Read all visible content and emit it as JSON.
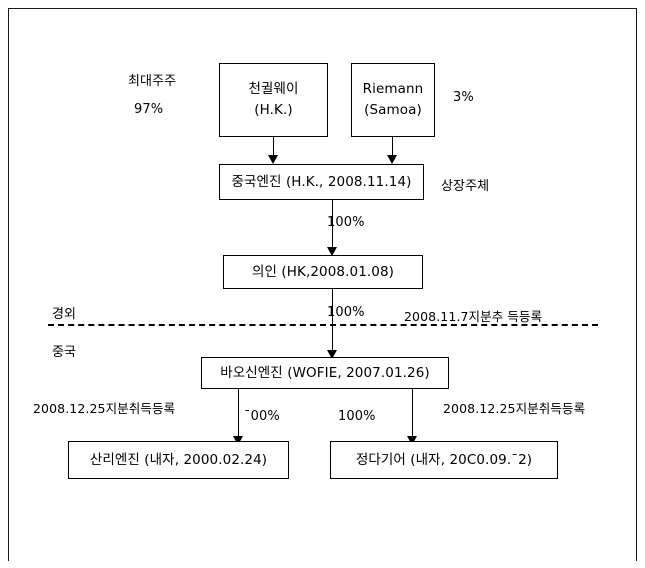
{
  "diagram": {
    "title": "Corporate ownership structure chart",
    "nodes": {
      "chenguowei": {
        "line1": "천귈웨이",
        "line2": "(H.K.)"
      },
      "riemann": {
        "line1": "Riemann",
        "line2": "(Samoa)"
      },
      "china_engine": {
        "line1": "중국엔진  (H.K., 2008.11.14)"
      },
      "uiin": {
        "line1": "의인  (HK,2008.01.08)"
      },
      "baoshin": {
        "line1": "바오신엔진  (WOFIE, 2007.01.26)"
      },
      "sanli": {
        "line1": "산리엔진  (내자, 2000.02.24)"
      },
      "jungda": {
        "line1": "정다기어  (내자, 20C0.09.ˉ2)"
      }
    },
    "labels": {
      "largest_shareholder": "최대주주",
      "pct_97": "97%",
      "pct_3": "3%",
      "listing_entity": "상장주체",
      "pct_100_a": "100%",
      "pct_100_b": "100%",
      "overseas": "경외",
      "china": "중국",
      "register_2008_11_7": "2008.11.7지분추 득등록",
      "register_left": "2008.12.25지분취득등록",
      "register_right": "2008.12.25지분취득등록",
      "pct_100_left_branch": "ˉ00%",
      "pct_100_right_branch": "100%"
    }
  }
}
